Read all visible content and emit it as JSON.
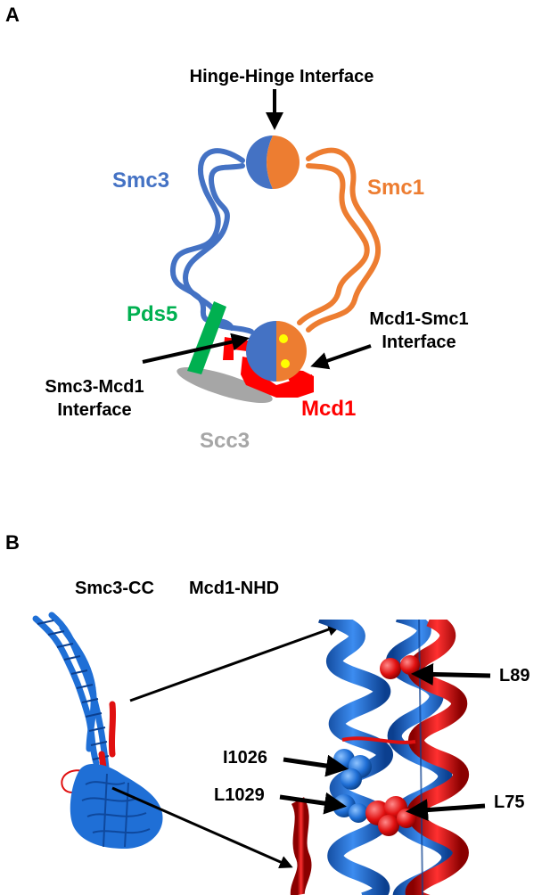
{
  "panel_a": {
    "letter": "A",
    "labels": {
      "hinge_interface": "Hinge-Hinge Interface",
      "smc3": "Smc3",
      "smc1": "Smc1",
      "pds5": "Pds5",
      "mcd1_smc1_line1": "Mcd1-Smc1",
      "mcd1_smc1_line2": "Interface",
      "smc3_mcd1_line1": "Smc3-Mcd1",
      "smc3_mcd1_line2": "Interface",
      "mcd1": "Mcd1",
      "scc3": "Scc3"
    }
  },
  "panel_b": {
    "letter": "B",
    "labels": {
      "smc3_cc": "Smc3-CC",
      "mcd1_nhd": "Mcd1-NHD",
      "l89": "L89",
      "i1026": "I1026",
      "l1029": "L1029",
      "l75": "L75"
    }
  },
  "colors": {
    "smc3": "#4472c4",
    "smc1": "#ed7d31",
    "pds5": "#00b050",
    "mcd1": "#ff0000",
    "scc3": "#a6a6a6",
    "structure_blue": "#1f6fd6",
    "structure_red": "#e01010",
    "site_yellow": "#ffff00",
    "text": "#000000"
  }
}
